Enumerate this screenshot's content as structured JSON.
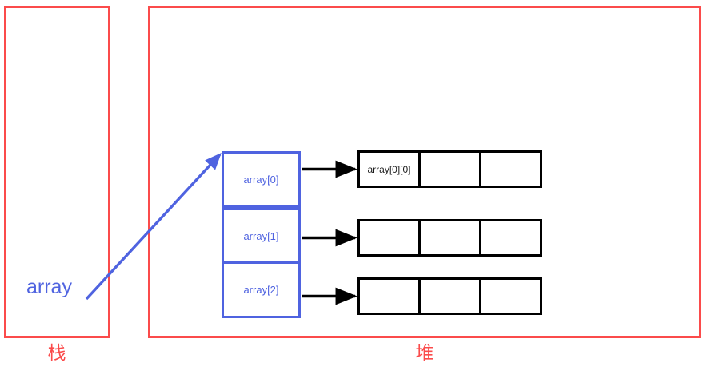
{
  "diagram": {
    "title": "array of pointers: stack variable pointing to heap rows",
    "colors": {
      "region_red": "#fb4b4b",
      "pointer_blue": "#4f63e0",
      "heap_black": "#000000",
      "background": "#ffffff"
    },
    "regions": [
      {
        "id": "stack",
        "caption": "栈"
      },
      {
        "id": "heap",
        "caption": "堆"
      }
    ],
    "stack": {
      "variable_label": "array"
    },
    "pointer_array": {
      "cells": [
        {
          "label": "array[0]"
        },
        {
          "label": "array[1]"
        },
        {
          "label": "array[2]"
        }
      ]
    },
    "heap_rows": [
      {
        "cells": [
          "array[0][0]",
          "",
          ""
        ]
      },
      {
        "cells": [
          "",
          "",
          ""
        ]
      },
      {
        "cells": [
          "",
          "",
          ""
        ]
      }
    ],
    "arrows": [
      {
        "id": "array-to-cell0",
        "from": "array",
        "to": "array[0]",
        "color": "#4f63e0"
      },
      {
        "id": "cell0-to-row0",
        "from": "array[0]",
        "to": "heap-row-0",
        "color": "#000000"
      },
      {
        "id": "cell1-to-row1",
        "from": "array[1]",
        "to": "heap-row-1",
        "color": "#000000"
      },
      {
        "id": "cell2-to-row2",
        "from": "array[2]",
        "to": "heap-row-2",
        "color": "#000000"
      }
    ]
  }
}
